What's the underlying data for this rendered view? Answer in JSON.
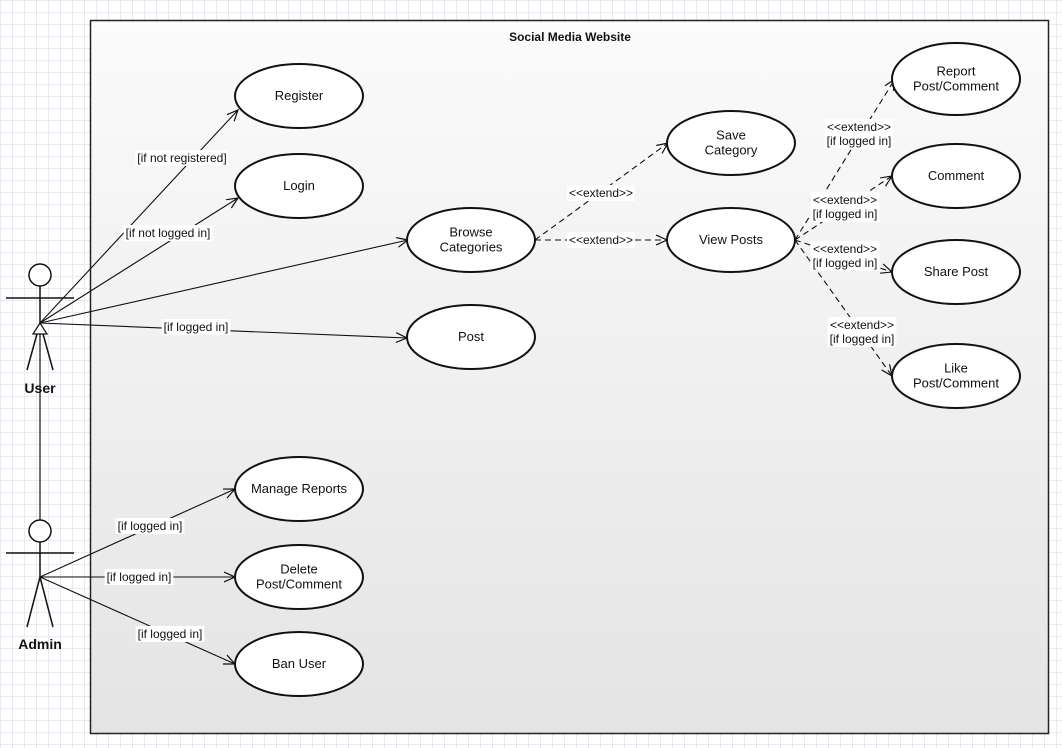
{
  "system": {
    "title": "Social Media Website"
  },
  "actors": {
    "user": "User",
    "admin": "Admin"
  },
  "use_cases": {
    "register": [
      "Register"
    ],
    "login": [
      "Login"
    ],
    "browse_categories": [
      "Browse",
      "Categories"
    ],
    "post": [
      "Post"
    ],
    "save_category": [
      "Save",
      "Category"
    ],
    "view_posts": [
      "View Posts"
    ],
    "report": [
      "Report",
      "Post/Comment"
    ],
    "comment": [
      "Comment"
    ],
    "share_post": [
      "Share Post"
    ],
    "like": [
      "Like",
      "Post/Comment"
    ],
    "manage_reports": [
      "Manage Reports"
    ],
    "delete": [
      "Delete",
      "Post/Comment"
    ],
    "ban_user": [
      "Ban User"
    ]
  },
  "labels": {
    "if_not_registered": [
      "[if not registered]"
    ],
    "if_not_logged_in": [
      "[if not logged in]"
    ],
    "user_post": [
      "[if logged in]"
    ],
    "extend_save": [
      "<<extend>>"
    ],
    "extend_view": [
      "<<extend>>"
    ],
    "extend_report": [
      "<<extend>>",
      "[if logged in]"
    ],
    "extend_comment": [
      "<<extend>>",
      "[if logged in]"
    ],
    "extend_share": [
      "<<extend>>",
      "[if logged in]"
    ],
    "extend_like": [
      "<<extend>>",
      "[if logged in]"
    ],
    "admin_manage": [
      "[if logged in]"
    ],
    "admin_delete": [
      "[if logged in]"
    ],
    "admin_ban": [
      "[if logged in]"
    ]
  }
}
